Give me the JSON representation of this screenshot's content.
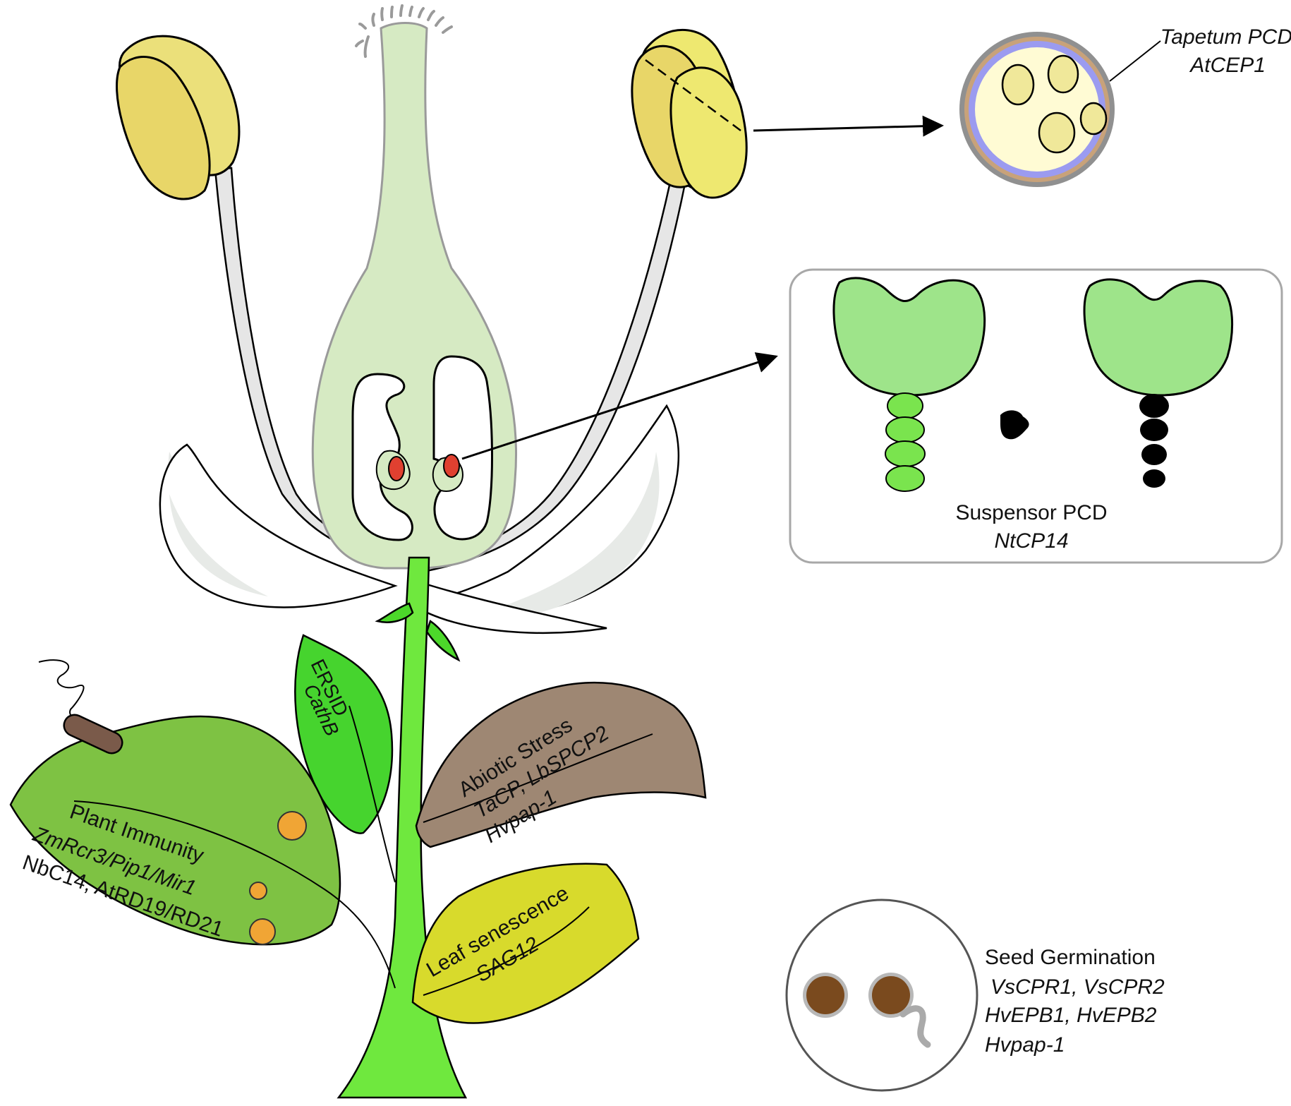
{
  "labels": {
    "tapetum_title": "Tapetum PCD",
    "tapetum_gene": "AtCEP1",
    "suspensor_title": "Suspensor PCD",
    "suspensor_gene": "NtCP14",
    "ersid_title": "ERSID",
    "ersid_gene": "CathB",
    "abiotic_title": "Abiotic Stress",
    "abiotic_genes_1": "TaCP, LbSPCP2",
    "abiotic_genes_2": "Hvpap-1",
    "immunity_title": "Plant Immunity",
    "immunity_genes_1": "ZmRcr3/Pip1/Mir1",
    "immunity_genes_2": "NbC14, AtRD19/RD21",
    "senescence_title": "Leaf senescence",
    "senescence_gene": "SAG12",
    "germination_title": "Seed Germination",
    "germination_genes_1": "VsCPR1, VsCPR2",
    "germination_genes_2": "HvEPB1, HvEPB2",
    "germination_genes_3": "Hvpap-1"
  },
  "colors": {
    "anther_yellow": "#ece06a",
    "stem_green": "#5fe83a",
    "pistil_green": "#d6eac3",
    "immunity_leaf": "#7ec243",
    "abiotic_leaf": "#9e8773",
    "senescence_leaf": "#d8da2c",
    "embryo_green": "#9ee48a",
    "seed_brown": "#7a4a1e",
    "tapetum_blue": "#9b9bf0",
    "ovule_red": "#e04030"
  }
}
